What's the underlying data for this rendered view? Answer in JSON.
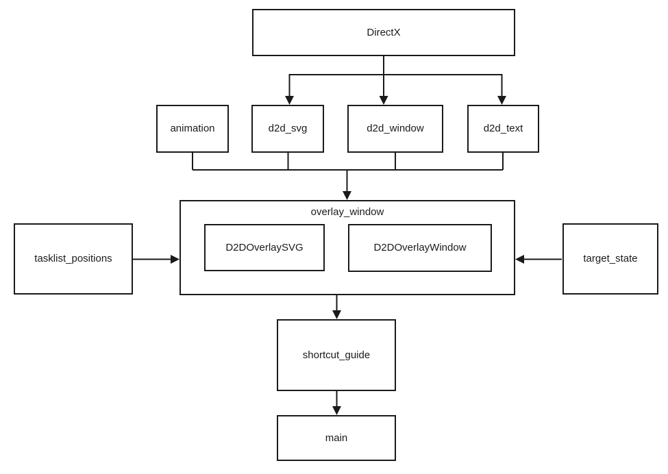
{
  "diagram": {
    "type": "flowchart",
    "colors": {
      "background": "#ffffff",
      "line": "#1a1a1a",
      "text": "#1a1a1a",
      "node_fill": "#ffffff"
    },
    "nodes": {
      "directx": {
        "label": "DirectX"
      },
      "animation": {
        "label": "animation"
      },
      "d2d_svg": {
        "label": "d2d_svg"
      },
      "d2d_window": {
        "label": "d2d_window"
      },
      "d2d_text": {
        "label": "d2d_text"
      },
      "overlay_window": {
        "label": "overlay_window",
        "children": [
          "D2DOverlaySVG",
          "D2DOverlayWindow"
        ]
      },
      "d2d_overlay_svg": {
        "label": "D2DOverlaySVG"
      },
      "d2d_overlay_window": {
        "label": "D2DOverlayWindow"
      },
      "tasklist_positions": {
        "label": "tasklist_positions"
      },
      "target_state": {
        "label": "target_state"
      },
      "shortcut_guide": {
        "label": "shortcut_guide"
      },
      "main": {
        "label": "main"
      }
    },
    "edges": [
      {
        "from": "DirectX",
        "to": "d2d_svg",
        "style": "arrow"
      },
      {
        "from": "DirectX",
        "to": "d2d_window",
        "style": "arrow"
      },
      {
        "from": "DirectX",
        "to": "d2d_text",
        "style": "arrow"
      },
      {
        "from": "animation",
        "to": "overlay_window",
        "style": "arrow"
      },
      {
        "from": "d2d_svg",
        "to": "overlay_window",
        "style": "arrow"
      },
      {
        "from": "d2d_window",
        "to": "overlay_window",
        "style": "arrow"
      },
      {
        "from": "d2d_text",
        "to": "overlay_window",
        "style": "arrow"
      },
      {
        "from": "tasklist_positions",
        "to": "overlay_window",
        "style": "arrow"
      },
      {
        "from": "target_state",
        "to": "overlay_window",
        "style": "arrow"
      },
      {
        "from": "overlay_window",
        "to": "shortcut_guide",
        "style": "arrow"
      },
      {
        "from": "shortcut_guide",
        "to": "main",
        "style": "arrow"
      }
    ]
  }
}
